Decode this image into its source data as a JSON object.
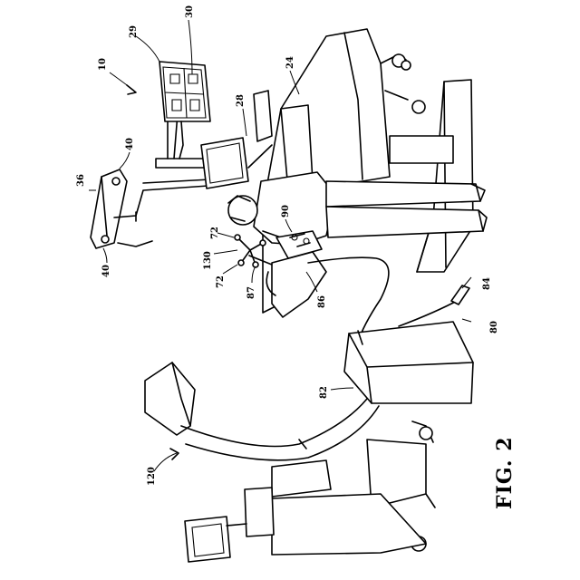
{
  "figure": {
    "caption": "FIG. 2",
    "labels": {
      "system": "10",
      "table": "24",
      "display_mount": "28",
      "screen": "29",
      "screen_image": "30",
      "light_arm": "36",
      "light_top": "40",
      "light_bottom": "40",
      "tracker_a": "72",
      "tracker_b": "72",
      "controller": "80",
      "cable": "82",
      "pedal": "84",
      "patient": "86",
      "instrument": "87",
      "robot": "90",
      "c_arm": "120",
      "marker_array": "130"
    }
  }
}
